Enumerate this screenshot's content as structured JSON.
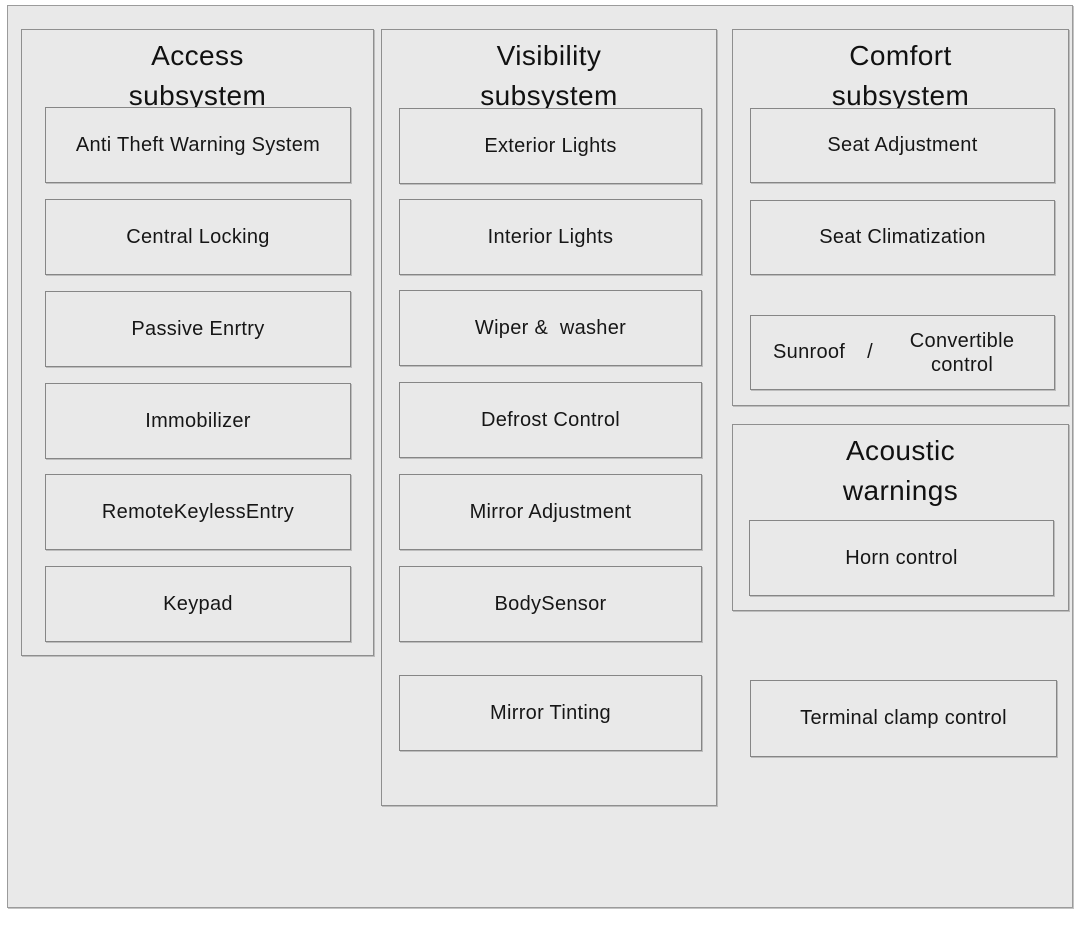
{
  "diagram": {
    "background": "#e9e9e9",
    "border_color": "#8f8f8f",
    "groups": [
      {
        "title": "Access subsystem",
        "items": [
          "Anti Theft Warning System",
          "Central Locking",
          "Passive Enrtry",
          "Immobilizer",
          "RemoteKeylessEntry",
          "Keypad"
        ]
      },
      {
        "title": "Visibility subsystem",
        "items": [
          "Exterior Lights",
          "Interior Lights",
          "Wiper &  washer",
          "Defrost Control",
          "Mirror Adjustment",
          "BodySensor",
          "Mirror Tinting"
        ]
      },
      {
        "title": "Comfort subsystem",
        "items": [
          "Seat Adjustment",
          "Seat Climatization"
        ],
        "composite_item": {
          "left": "Sunroof",
          "separator": "/",
          "right": "Convertible control"
        }
      },
      {
        "title": "Acoustic warnings",
        "items": [
          "Horn control"
        ]
      }
    ],
    "standalone_items": [
      "Terminal clamp control"
    ]
  }
}
